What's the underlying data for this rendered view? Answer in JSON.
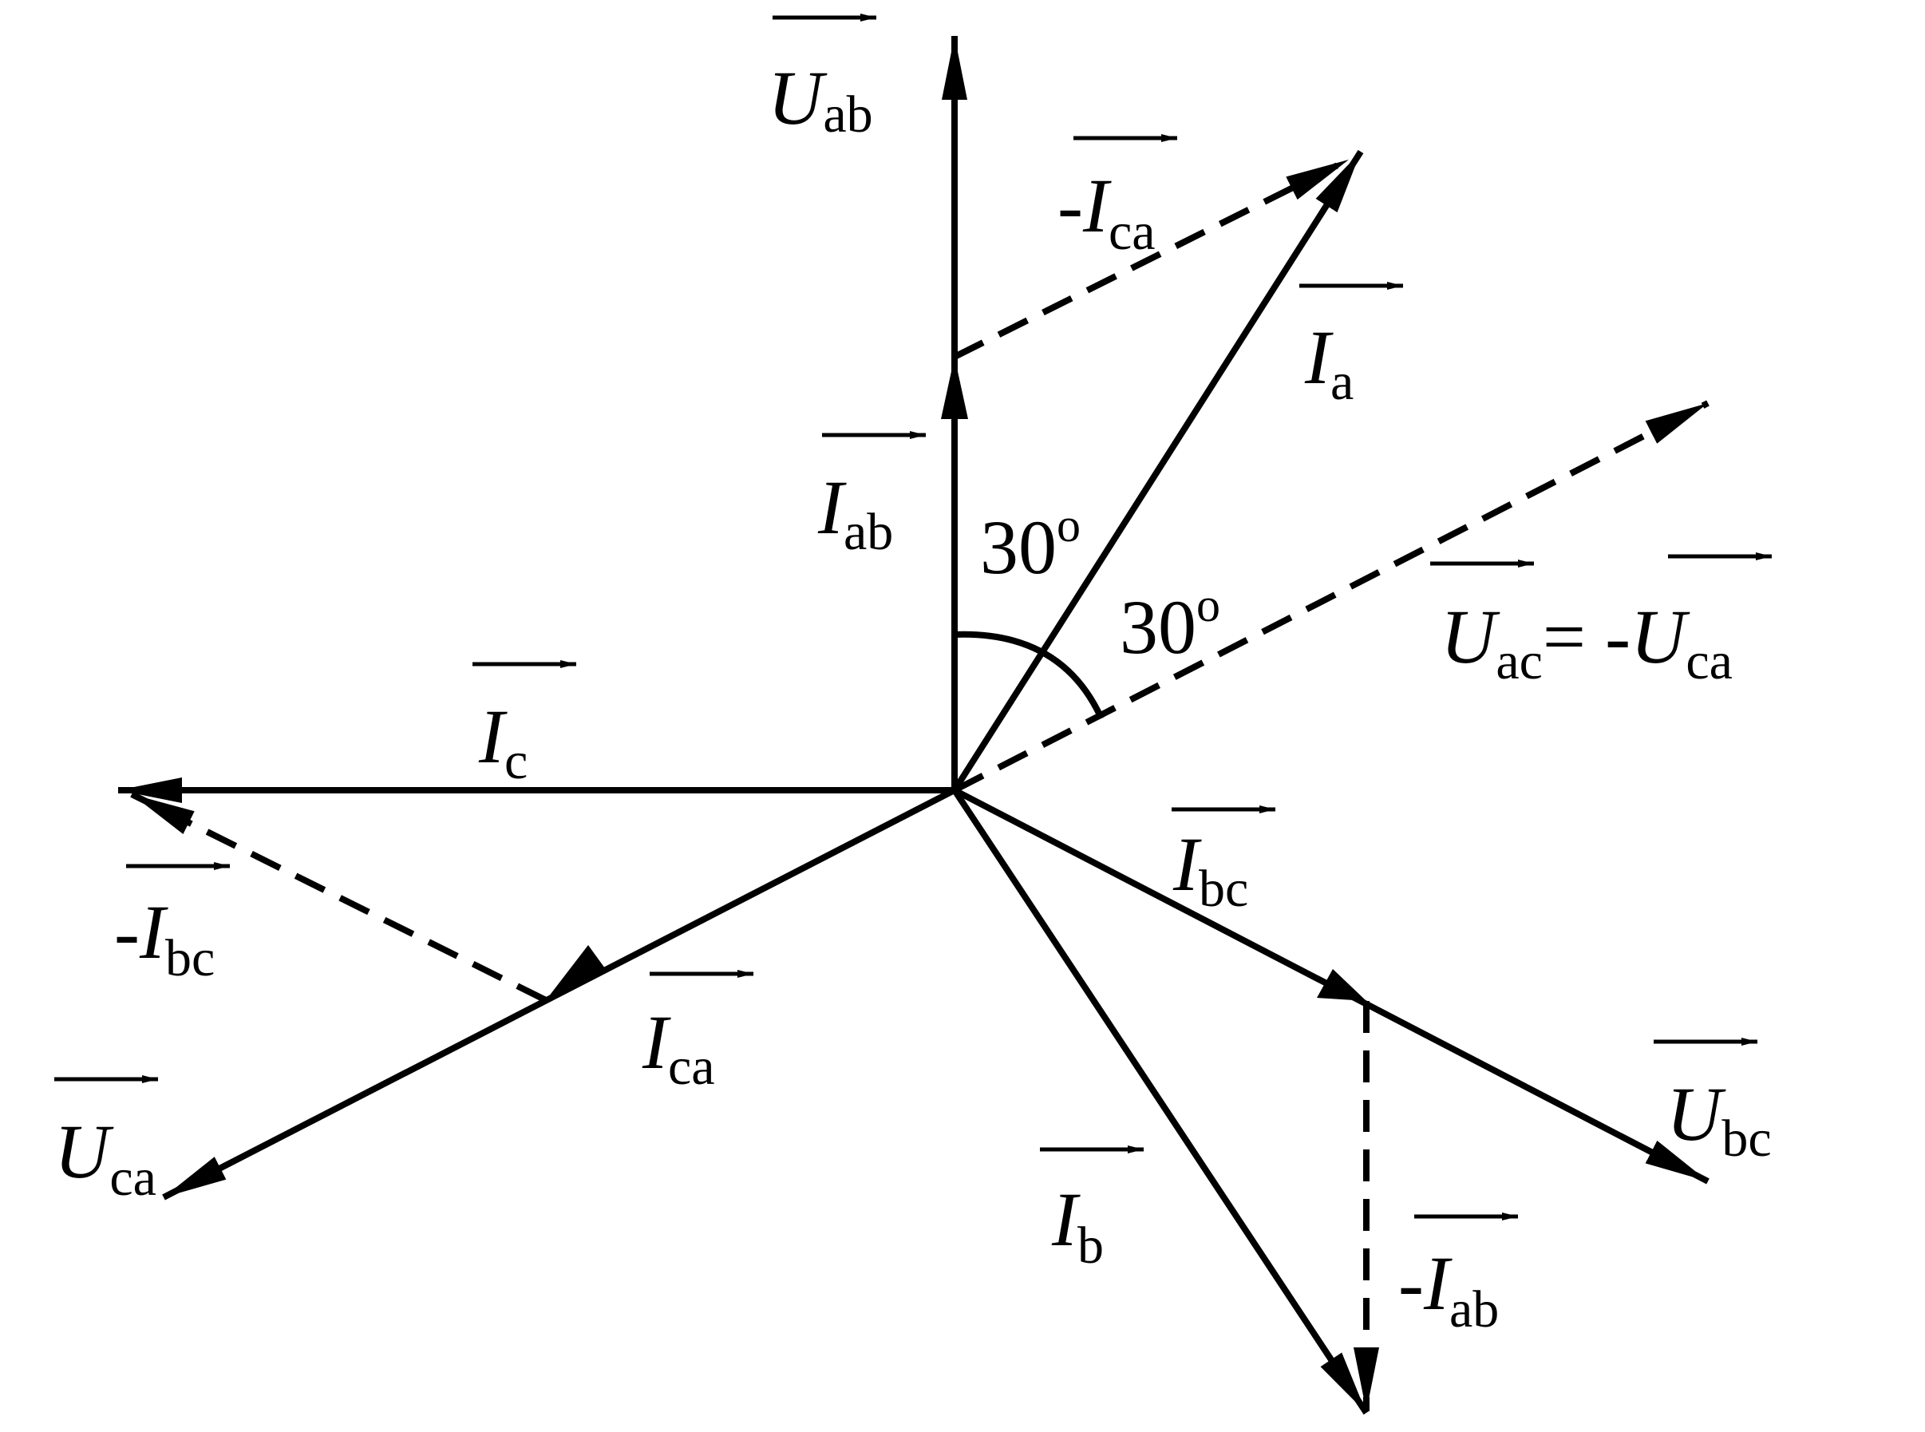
{
  "labels": {
    "U_ab": {
      "main": "U",
      "sub": "ab"
    },
    "neg_I_ca": {
      "prefix": "-",
      "main": "I",
      "sub": "ca"
    },
    "I_a": {
      "main": "I",
      "sub": "a"
    },
    "I_ab": {
      "main": "I",
      "sub": "ab"
    },
    "angle_1": {
      "value": "30",
      "sup": "o"
    },
    "angle_2": {
      "value": "30",
      "sup": "o"
    },
    "U_ac_eq": {
      "main": "U",
      "sub": "ac",
      "eq": "= -",
      "main2": "U",
      "sub2": "ca"
    },
    "I_c": {
      "main": "I",
      "sub": "c"
    },
    "neg_I_bc": {
      "prefix": "-",
      "main": "I",
      "sub": "bc"
    },
    "I_bc": {
      "main": "I",
      "sub": "bc"
    },
    "I_ca": {
      "main": "I",
      "sub": "ca"
    },
    "U_ca": {
      "main": "U",
      "sub": "ca"
    },
    "U_bc": {
      "main": "U",
      "sub": "bc"
    },
    "I_b": {
      "main": "I",
      "sub": "b"
    },
    "neg_I_ab": {
      "prefix": "-",
      "main": "I",
      "sub": "ab"
    }
  },
  "colors": {
    "stroke": "#000000",
    "background": "#ffffff"
  }
}
